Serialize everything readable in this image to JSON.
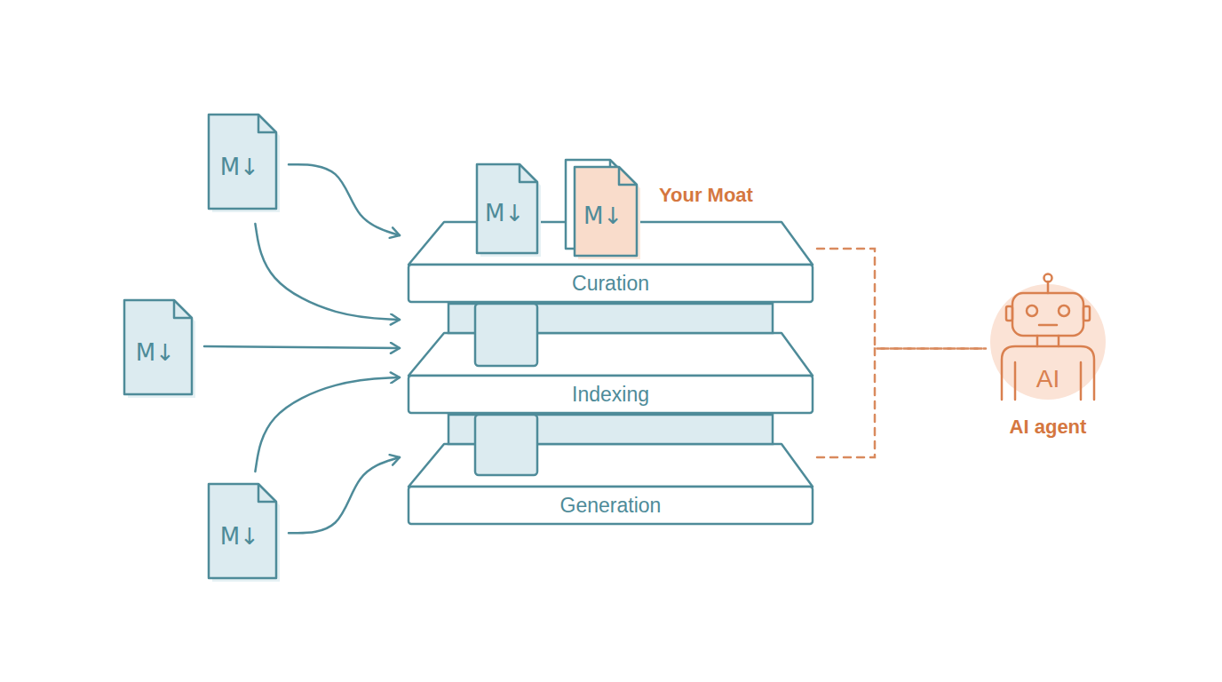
{
  "diagram": {
    "nodes": [
      {
        "text": [
          "M↓"
        ]
      },
      {
        "text": [
          "M↓"
        ]
      },
      {
        "text": [
          "M↓"
        ]
      },
      {
        "text": [
          "M↓"
        ]
      },
      {
        "text": [
          "M↓"
        ]
      },
      {
        "text": [
          "Curation"
        ]
      },
      {
        "text": [
          "Indexing"
        ]
      },
      {
        "text": [
          "Generation"
        ]
      },
      {
        "text": [
          "AI",
          "AI agent"
        ]
      }
    ],
    "edges": [
      {
        "from": 0,
        "to": 5,
        "arrow": "to"
      },
      {
        "from": 0,
        "to": 6,
        "arrow": "to"
      },
      {
        "from": 1,
        "to": 6,
        "arrow": "to"
      },
      {
        "from": 2,
        "to": 6,
        "arrow": "to"
      },
      {
        "from": 2,
        "to": 7,
        "arrow": "to"
      },
      {
        "from": 5,
        "to": 8,
        "arrow": "none"
      },
      {
        "from": 7,
        "to": 8,
        "arrow": "none"
      }
    ],
    "labels": [
      "Your Moat"
    ]
  }
}
